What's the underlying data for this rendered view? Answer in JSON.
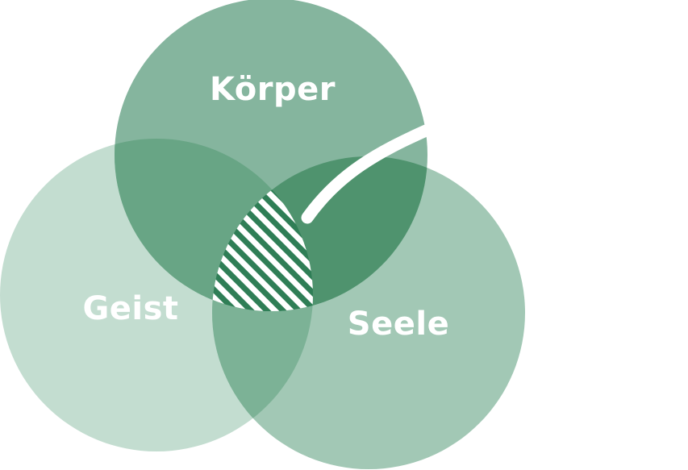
{
  "diagram": {
    "type": "venn",
    "sets": [
      {
        "id": "koerper",
        "label": "Körper",
        "color": "#85b59e"
      },
      {
        "id": "geist",
        "label": "Geist",
        "color": "#c3ddd0"
      },
      {
        "id": "seele",
        "label": "Seele",
        "color": "#a2c8b5"
      }
    ],
    "overlap_colors": {
      "koerper_geist": "#68a585",
      "koerper_seele": "#4f936e",
      "geist_seele": "#7cb296",
      "center": "#2f7e56"
    },
    "center_pattern": "diagonal-stripes",
    "accent": "#ffffff"
  }
}
